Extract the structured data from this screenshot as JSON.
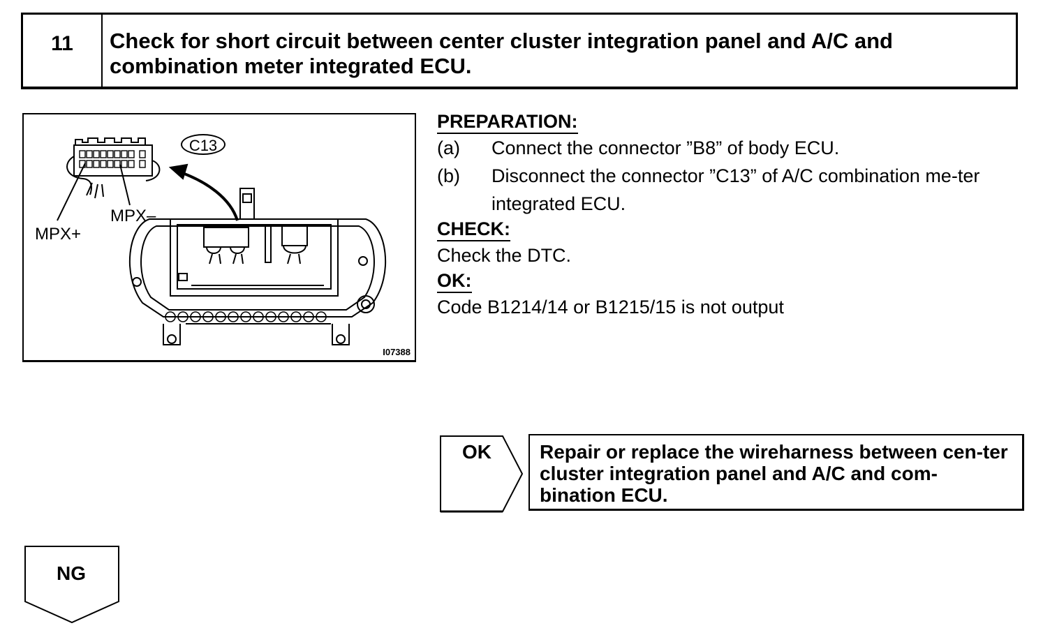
{
  "step": {
    "number": "11",
    "title": "Check for short circuit between center cluster integration panel and A/C and combination meter integrated ECU."
  },
  "figure": {
    "connector_label": "C13",
    "pin_labels": {
      "plus": "MPX+",
      "minus": "MPX–"
    },
    "figure_number": "I07388"
  },
  "preparation": {
    "heading": "PREPARATION:",
    "items": [
      {
        "letter": "(a)",
        "text": "Connect the connector ”B8” of body ECU."
      },
      {
        "letter": "(b)",
        "text": "Disconnect the connector ”C13” of A/C combination me-ter integrated ECU."
      }
    ]
  },
  "check": {
    "heading": "CHECK:",
    "text": "Check the DTC."
  },
  "ok_spec": {
    "heading": "OK:",
    "text": "Code B1214/14 or B1215/15 is not output"
  },
  "result_ok": {
    "label": "OK",
    "action": "Repair or replace the wireharness between cen-ter cluster integration panel and A/C and com-bination ECU."
  },
  "result_ng": {
    "label": "NG"
  }
}
